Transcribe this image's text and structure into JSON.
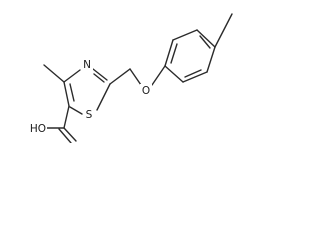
{
  "molecule": {
    "atoms": {
      "nitrogen": "N",
      "sulfur": "S",
      "oxygen": "O",
      "hydroxyl": "HO"
    }
  },
  "colors": {
    "bond": "#2b2b2b",
    "label": "#1b1b1b",
    "background": "#ffffff"
  }
}
